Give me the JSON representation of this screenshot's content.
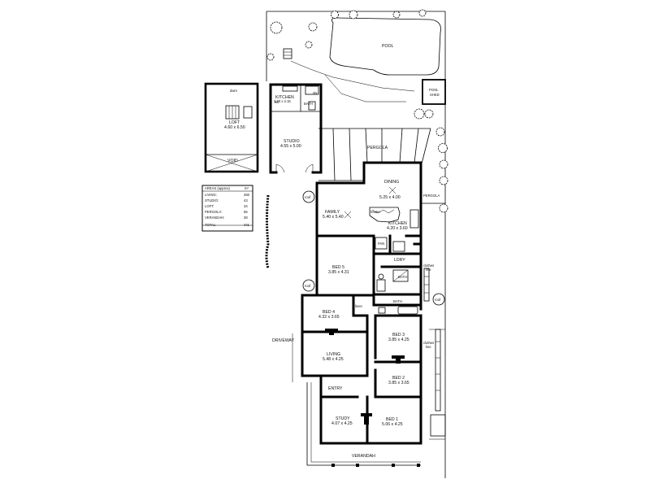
{
  "pool": "POOL",
  "pool_shed": [
    "POOL",
    "SHED"
  ],
  "loft": {
    "name": "LOFT",
    "size": "4.60 x 6.50",
    "void": "VOID"
  },
  "kitchen_studio": {
    "name": "KITCHEN",
    "size": "3.80 x 2.15"
  },
  "studio": {
    "name": "STUDIO",
    "size": "4.55 x 5.00"
  },
  "bath_studio": "BATH",
  "shr": "shr",
  "wc": "wc",
  "dwm": "dwm",
  "pergola_top": "PERGOLA",
  "pergola_side": "PERGOLA",
  "dining": {
    "name": "DINING",
    "size": "5.25 x 4.00"
  },
  "family": {
    "name": "FAMILY",
    "size": "5.40 x 5.40"
  },
  "kitchen": {
    "name": "KITCHEN",
    "size": "4.20 x 3.60"
  },
  "heater": "heater",
  "pan": "PAN",
  "ldry": "LDRY",
  "bed5": {
    "name": "BED 5",
    "size": "3.85 x 4.31"
  },
  "bath_main": "BATH",
  "bath_lower": "BATH",
  "bed4": {
    "name": "BED 4",
    "size": "4.32 x 3.65"
  },
  "living": {
    "name": "LIVING",
    "size": "5.48 x 4.25"
  },
  "bed3": {
    "name": "BED 3",
    "size": "3.85 x 4.25"
  },
  "bed2": {
    "name": "BED 2",
    "size": "3.85 x 3.65"
  },
  "bed1": {
    "name": "BED 1",
    "size": "5.06 x 4.25"
  },
  "study": {
    "name": "STUDY",
    "size": "4.07 x 4.25"
  },
  "entry": "ENTRY",
  "verandah": "VERANDAH",
  "driveway": "DRIVEWAY",
  "clothes_line_1": [
    "clothes",
    "line"
  ],
  "clothes_line_2": [
    "clothes",
    "line"
  ],
  "roof_labels": [
    "roof",
    "roof",
    "roof"
  ],
  "linen": "linen",
  "areas": {
    "title": "AREAS (approx)",
    "unit": "m²",
    "rows": [
      {
        "label": "LIVING:",
        "value": "260"
      },
      {
        "label": "STUDIO:",
        "value": "43"
      },
      {
        "label": "LOFT:",
        "value": "34"
      },
      {
        "label": "PERGOLA:",
        "value": "66"
      },
      {
        "label": "VERANDAH:",
        "value": "38"
      },
      {
        "label": "TOTAL:",
        "value": "441"
      }
    ]
  }
}
